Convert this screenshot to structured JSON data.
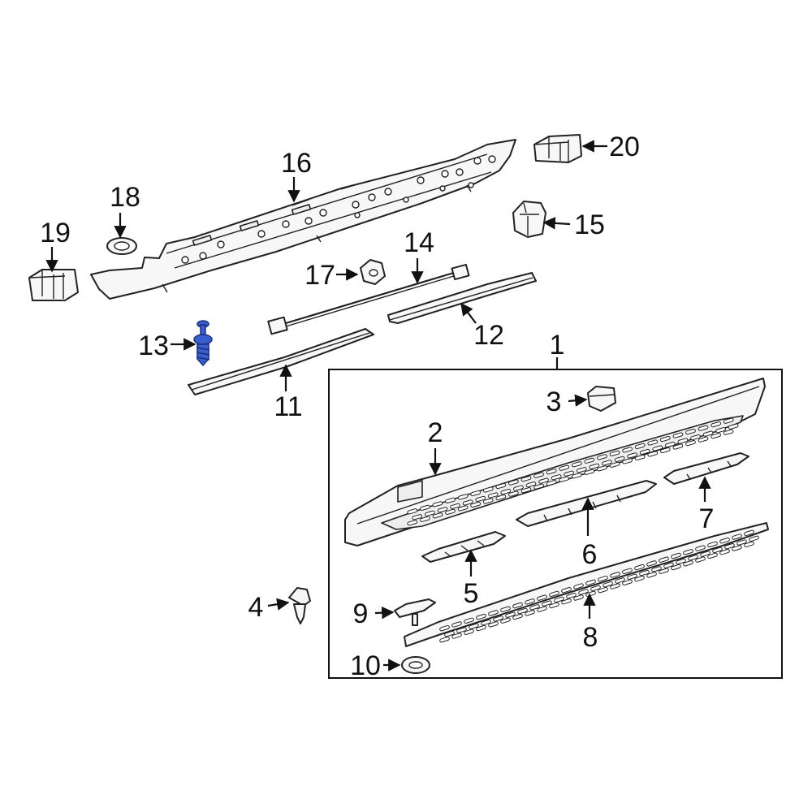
{
  "parts": [
    {
      "id": "callout-1",
      "label": "1"
    },
    {
      "id": "callout-2",
      "label": "2"
    },
    {
      "id": "callout-3",
      "label": "3"
    },
    {
      "id": "callout-4",
      "label": "4"
    },
    {
      "id": "callout-5",
      "label": "5"
    },
    {
      "id": "callout-6",
      "label": "6"
    },
    {
      "id": "callout-7",
      "label": "7"
    },
    {
      "id": "callout-8",
      "label": "8"
    },
    {
      "id": "callout-9",
      "label": "9"
    },
    {
      "id": "callout-10",
      "label": "10"
    },
    {
      "id": "callout-11",
      "label": "11"
    },
    {
      "id": "callout-12",
      "label": "12"
    },
    {
      "id": "callout-13",
      "label": "13",
      "highlighted": true
    },
    {
      "id": "callout-14",
      "label": "14"
    },
    {
      "id": "callout-15",
      "label": "15"
    },
    {
      "id": "callout-16",
      "label": "16"
    },
    {
      "id": "callout-17",
      "label": "17"
    },
    {
      "id": "callout-18",
      "label": "18"
    },
    {
      "id": "callout-19",
      "label": "19"
    },
    {
      "id": "callout-20",
      "label": "20"
    }
  ],
  "colors": {
    "line": "#222222",
    "highlight": "#3a5fcd",
    "highlight_outline": "#1a2f80"
  }
}
